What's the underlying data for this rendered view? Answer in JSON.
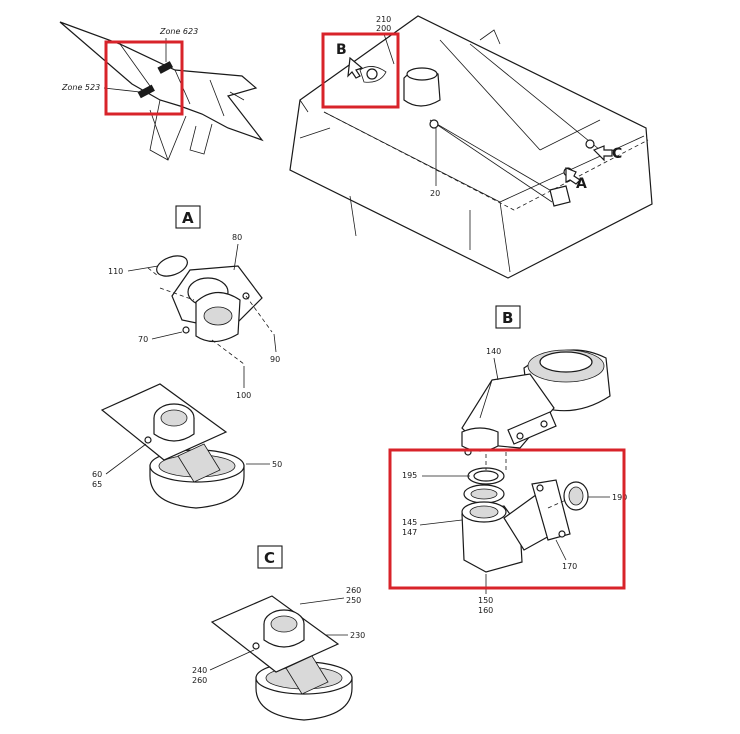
{
  "colors": {
    "highlight": "#d8232a",
    "ink": "#1a1a1a",
    "paper": "#ffffff"
  },
  "overview": {
    "zone_623": "Zone 623",
    "zone_523": "Zone 523",
    "refs": {
      "r210": "210",
      "r200": "200",
      "r20": "20"
    },
    "callouts": {
      "a": "A",
      "b": "B",
      "c": "C"
    }
  },
  "view_a": {
    "letter": "A",
    "labels": {
      "r110": "110",
      "r80": "80",
      "r70": "70",
      "r90": "90",
      "r100": "100",
      "r60": "60",
      "r65": "65",
      "r50": "50"
    }
  },
  "view_b": {
    "letter": "B",
    "labels": {
      "r140": "140",
      "r195": "195",
      "r190": "190",
      "r145": "145",
      "r147": "147",
      "r170": "170",
      "r150": "150",
      "r160": "160"
    }
  },
  "view_c": {
    "letter": "C",
    "labels": {
      "r260a": "260",
      "r250": "250",
      "r230": "230",
      "r240": "240",
      "r260b": "260"
    }
  }
}
